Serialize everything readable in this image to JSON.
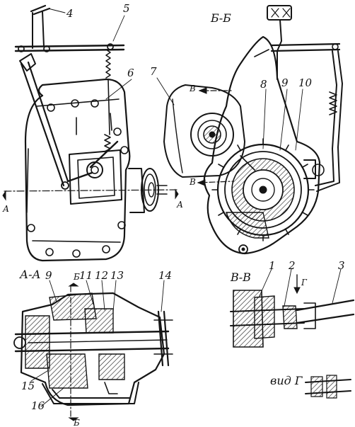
{
  "labels": {
    "n1": "1",
    "n2": "2",
    "n3": "3",
    "n4": "4",
    "n5": "5",
    "n6": "6",
    "n7": "7",
    "n8": "8",
    "n9": "9",
    "n10": "10",
    "n9b": "9",
    "n11": "11",
    "n12": "12",
    "n13": "13",
    "n14": "14",
    "n15": "15",
    "n16": "16",
    "section_bb": "Б-Б",
    "section_aa": "А-А",
    "section_vv": "В-В",
    "view_g": "вид Г",
    "cut_a_left": "А",
    "cut_a_right": "А",
    "cut_v_top": "В",
    "cut_v_bottom": "В",
    "cut_b_top": "Б",
    "cut_b_bottom": "Б",
    "arrow_g": "Г"
  }
}
